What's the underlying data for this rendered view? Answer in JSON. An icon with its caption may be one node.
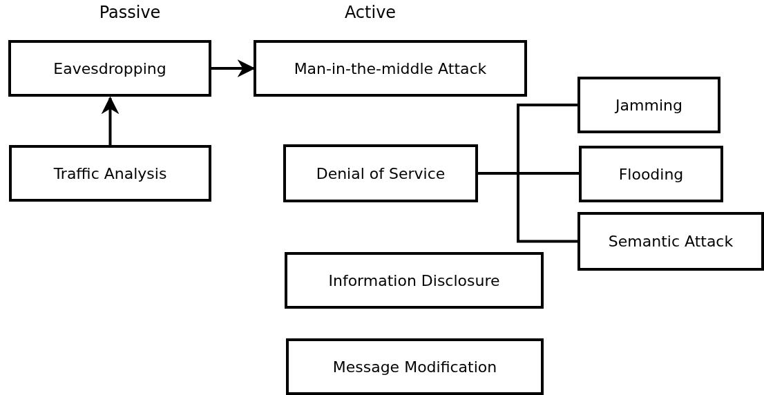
{
  "diagram": {
    "nodes": [
      {
        "text": [
          "Eavesdropping"
        ]
      },
      {
        "text": [
          "Man-in-the-middle Attack"
        ]
      },
      {
        "text": [
          "Traffic Analysis"
        ]
      },
      {
        "text": [
          "Denial of Service"
        ]
      },
      {
        "text": [
          "Jamming"
        ]
      },
      {
        "text": [
          "Flooding"
        ]
      },
      {
        "text": [
          "Semantic Attack"
        ]
      },
      {
        "text": [
          "Information Disclosure"
        ]
      },
      {
        "text": [
          "Message Modification"
        ]
      }
    ],
    "edges": [
      {
        "from": 0,
        "to": 1,
        "arrow": "to"
      },
      {
        "from": 2,
        "to": 0,
        "arrow": "to"
      },
      {
        "from": 3,
        "to": 4,
        "arrow": "none"
      },
      {
        "from": 3,
        "to": 5,
        "arrow": "none"
      },
      {
        "from": 3,
        "to": 6,
        "arrow": "none"
      }
    ],
    "labels": [
      "Passive",
      "Active"
    ]
  }
}
